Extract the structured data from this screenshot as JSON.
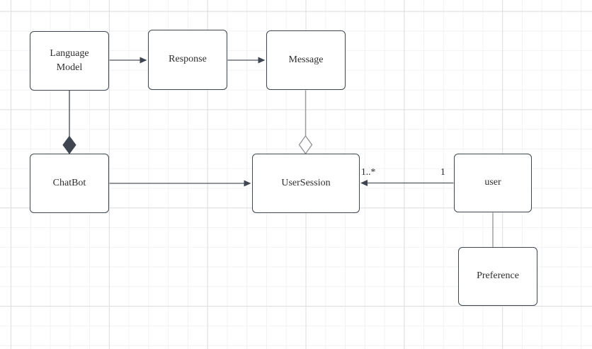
{
  "canvas": {
    "background": "#ffffff",
    "grid_minor_color": "#f2f2f2",
    "grid_major_color": "#dedede"
  },
  "diagram": {
    "colors": {
      "node_fill": "#ffffff",
      "node_border": "#3f4651",
      "node_text": "#2e2e2e",
      "edge_dark": "#50565e",
      "edge_light": "#999b9e",
      "diamond_filled": "#3f4651",
      "diamond_hollow_stroke": "#8f9296"
    },
    "nodes": [
      {
        "id": "language-model",
        "label": "Language Model"
      },
      {
        "id": "response",
        "label": "Response"
      },
      {
        "id": "message",
        "label": "Message"
      },
      {
        "id": "chatbot",
        "label": "ChatBot"
      },
      {
        "id": "user-session",
        "label": "UserSession"
      },
      {
        "id": "user",
        "label": "user"
      },
      {
        "id": "preference",
        "label": "Preference"
      }
    ],
    "edges": [
      {
        "from": "language-model",
        "to": "response",
        "type": "directed-arrow"
      },
      {
        "from": "response",
        "to": "message",
        "type": "directed-arrow"
      },
      {
        "from": "language-model",
        "to": "chatbot",
        "type": "composition-filled-diamond"
      },
      {
        "from": "message",
        "to": "user-session",
        "type": "aggregation-hollow-diamond"
      },
      {
        "from": "chatbot",
        "to": "user-session",
        "type": "directed-arrow"
      },
      {
        "from": "user",
        "to": "user-session",
        "type": "directed-arrow",
        "source_label": "1",
        "target_label": "1..*"
      },
      {
        "from": "user",
        "to": "preference",
        "type": "association-line"
      }
    ]
  }
}
